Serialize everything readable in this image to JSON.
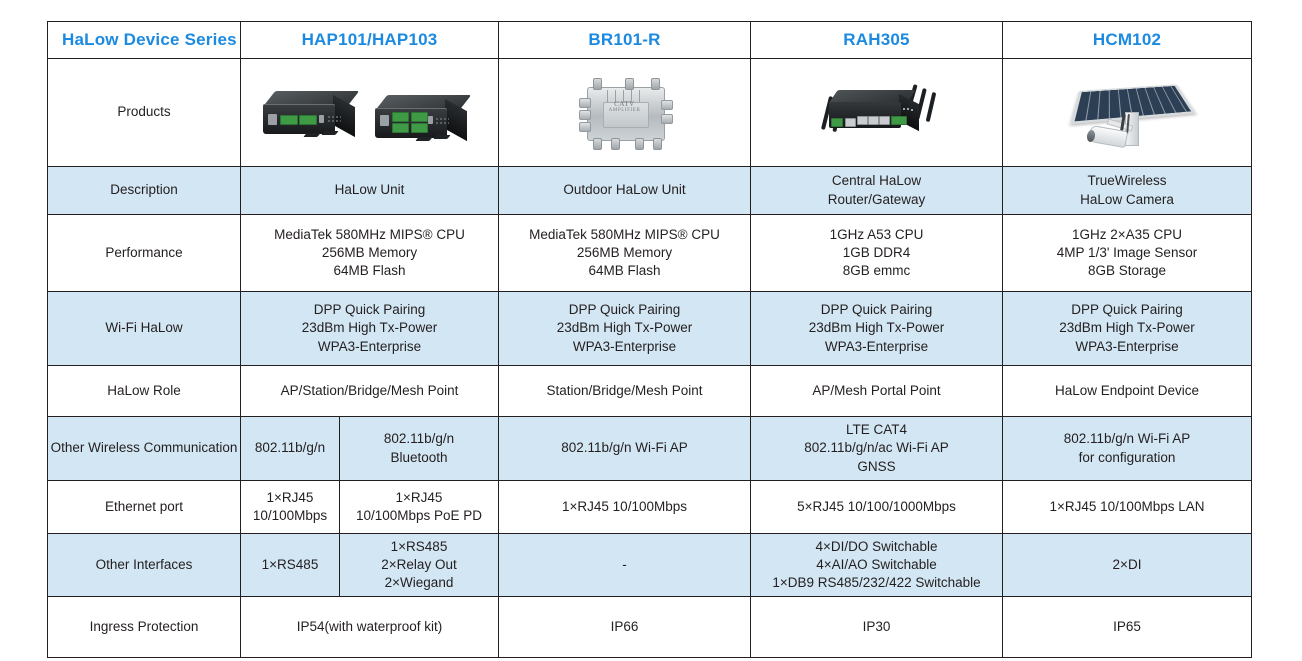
{
  "table": {
    "header": {
      "label": "HaLow Device Series",
      "columns": [
        "HAP101/HAP103",
        "BR101-R",
        "RAH305",
        "HCM102"
      ]
    },
    "rows": [
      {
        "label": "Products",
        "type": "images",
        "images": [
          "hap101-hap103-device-photo",
          "br101-r-device-photo",
          "rah305-device-photo",
          "hcm102-device-photo"
        ]
      },
      {
        "label": "Description",
        "cells": [
          "HaLow Unit",
          "Outdoor HaLow Unit",
          "Central HaLow\nRouter/Gateway",
          "TrueWireless\nHaLow Camera"
        ]
      },
      {
        "label": "Performance",
        "cells": [
          "MediaTek 580MHz MIPS® CPU\n256MB Memory\n64MB Flash",
          "MediaTek 580MHz MIPS® CPU\n256MB Memory\n64MB Flash",
          "1GHz A53 CPU\n1GB DDR4\n8GB emmc",
          "1GHz 2×A35 CPU\n4MP 1/3' Image Sensor\n8GB Storage"
        ]
      },
      {
        "label": "Wi-Fi HaLow",
        "cells": [
          "DPP Quick Pairing\n23dBm High Tx-Power\nWPA3-Enterprise",
          "DPP Quick Pairing\n23dBm High Tx-Power\nWPA3-Enterprise",
          "DPP Quick Pairing\n23dBm High Tx-Power\nWPA3-Enterprise",
          "DPP Quick Pairing\n23dBm High Tx-Power\nWPA3-Enterprise"
        ]
      },
      {
        "label": "HaLow Role",
        "cells": [
          "AP/Station/Bridge/Mesh Point",
          "Station/Bridge/Mesh Point",
          "AP/Mesh Portal Point",
          "HaLow Endpoint Device"
        ]
      },
      {
        "label": "Other Wireless Communication",
        "split": true,
        "cells": [
          "802.11b/g/n",
          "802.11b/g/n\nBluetooth",
          "802.11b/g/n Wi-Fi AP",
          "LTE CAT4\n802.11b/g/n/ac Wi-Fi AP\nGNSS",
          "802.11b/g/n Wi-Fi AP\nfor configuration"
        ]
      },
      {
        "label": "Ethernet port",
        "split": true,
        "cells": [
          "1×RJ45\n10/100Mbps",
          "1×RJ45\n10/100Mbps PoE PD",
          "1×RJ45 10/100Mbps",
          "5×RJ45 10/100/1000Mbps",
          "1×RJ45 10/100Mbps LAN"
        ]
      },
      {
        "label": "Other Interfaces",
        "split": true,
        "cells": [
          "1×RS485",
          "1×RS485\n2×Relay Out\n2×Wiegand",
          "-",
          "4×DI/DO Switchable\n4×AI/AO Switchable\n1×DB9 RS485/232/422 Switchable",
          "2×DI"
        ]
      },
      {
        "label": "Ingress Protection",
        "cells": [
          "IP54(with waterproof kit)",
          "IP66",
          "IP30",
          "IP65"
        ]
      }
    ]
  },
  "colors": {
    "header_text": "#1b8ae0",
    "row_tint": "#d3e6f3",
    "border": "#231f20",
    "body_text": "#231f20"
  }
}
